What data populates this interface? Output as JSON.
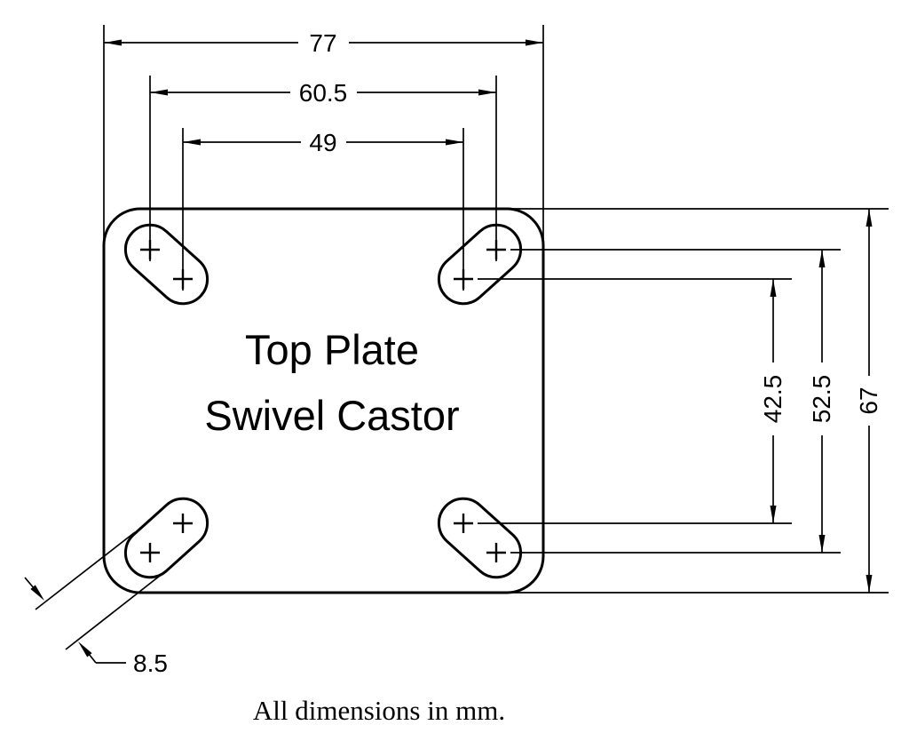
{
  "drawing": {
    "title": {
      "line1": "Top Plate",
      "line2": "Swivel Castor"
    },
    "footer_note": "All dimensions in mm.",
    "units": "mm",
    "line_color": "#000000",
    "background_color": "#ffffff",
    "dimensions": {
      "overall_width": "77",
      "hole_pitch_outer_width": "60.5",
      "hole_pitch_inner_width": "49",
      "hole_pitch_inner_height": "42.5",
      "hole_pitch_outer_height": "52.5",
      "overall_height": "67",
      "slot_width": "8.5"
    }
  }
}
